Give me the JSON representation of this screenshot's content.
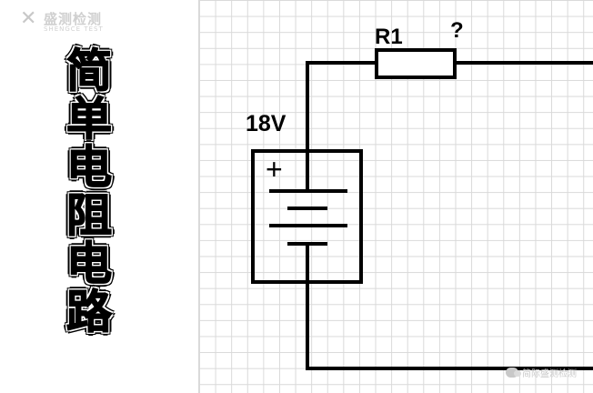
{
  "logo": {
    "mark": "✕",
    "name_cn": "盛测检测",
    "name_en": "SHENGCE TEST"
  },
  "title": {
    "chars": [
      "简",
      "单",
      "电",
      "阻",
      "电",
      "路"
    ]
  },
  "circuit": {
    "resistor_label": "R1",
    "resistor_value": "?",
    "battery_voltage": "18V",
    "battery_plus": "+"
  },
  "watermark": {
    "text": "简际盛测检测"
  }
}
